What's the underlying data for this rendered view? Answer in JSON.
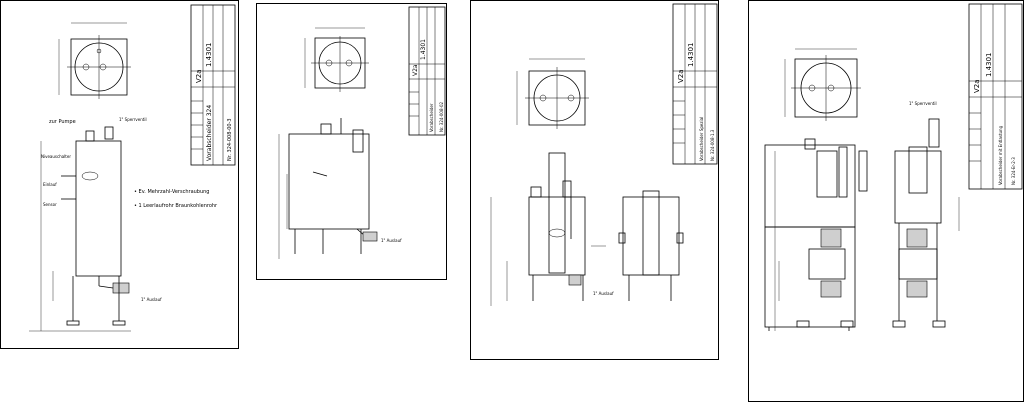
{
  "sheets": [
    {
      "title_block": {
        "material": "V2a",
        "grade": "1.4301",
        "name": "Vorabscheider 324",
        "number": "Nr. 324-008-00-3"
      },
      "labels": {
        "pump_top": "zur Pumpe",
        "valve_top": "1\" Sperrventil",
        "level_switch": "Niveauschalter",
        "inlet": "Einlauf",
        "sensor": "Sensor",
        "outlet": "1\" Auslauf",
        "note1": "• Ev. Mehrzahl-Verschraubung",
        "note2": "• 1 Leerlaufrohr Braunkohlenrohr"
      }
    },
    {
      "title_block": {
        "material": "V2a",
        "grade": "1.4301",
        "name": "Vorabscheider",
        "number": "Nr. 324-008-02"
      },
      "labels": {
        "outlet": "1\" Auslauf"
      }
    },
    {
      "title_block": {
        "material": "V2a",
        "grade": "1.4301",
        "name": "Vorabscheider Spezial",
        "number": "Nr. 324-008-1.3"
      },
      "labels": {
        "outlet": "1\" Auslauf"
      }
    },
    {
      "title_block": {
        "material": "V2a",
        "grade": "1.4301",
        "name": "Vorabscheider mit Entlastung",
        "number": "Nr. 324-Er-2-3"
      },
      "labels": {
        "valve": "1\" Sperrventil"
      }
    }
  ]
}
